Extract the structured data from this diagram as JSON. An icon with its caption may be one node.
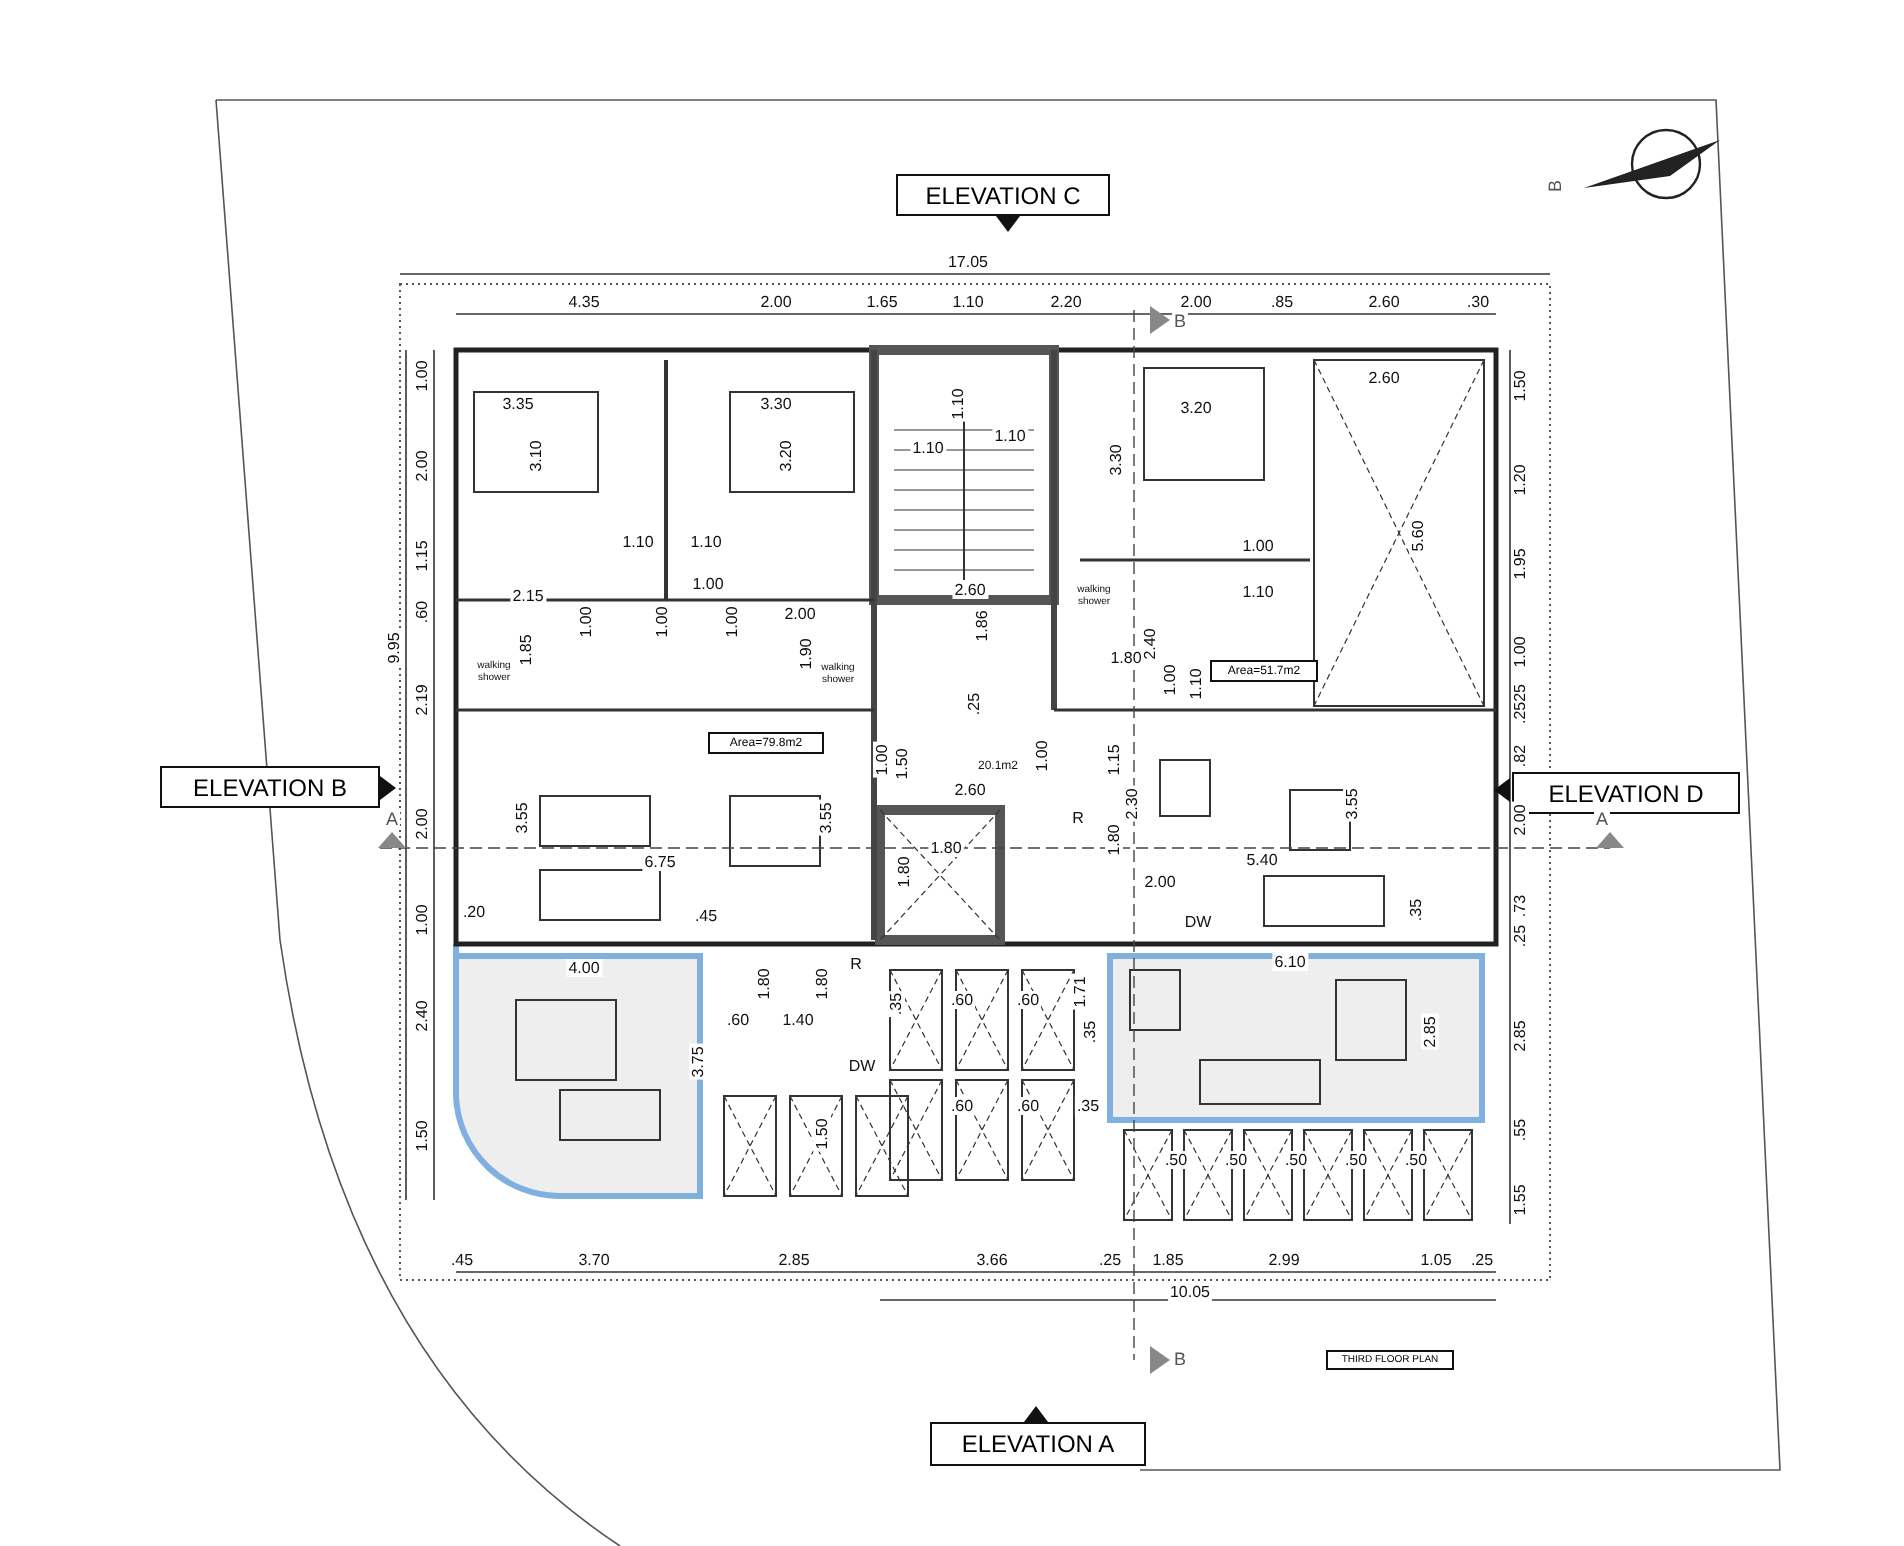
{
  "diagram": {
    "nodes": [
      {
        "text": [
          "ELEVATION C"
        ]
      },
      {
        "text": [
          "ELEVATION B"
        ]
      },
      {
        "text": [
          "ELEVATION D"
        ]
      },
      {
        "text": [
          "Area=79.8m2"
        ]
      },
      {
        "text": [
          "Area=51.7m2"
        ]
      },
      {
        "text": [
          "ELEVATION A"
        ]
      },
      {
        "text": [
          "THIRD FLOOR PLAN"
        ]
      }
    ],
    "labels": [
      "B",
      "17.05",
      "4.35",
      "2.00",
      "1.65",
      "1.10",
      "2.20",
      "B",
      "2.00",
      ".85",
      "2.60",
      ".30",
      "2.60",
      "1.00",
      "1.50",
      "3.35",
      "3.30",
      "3.20",
      "1.10",
      "1.10",
      "2.00",
      "3.10",
      "3.20",
      "1.10",
      "3.30",
      "1.20",
      "1.15",
      "1.10",
      "1.10",
      "1.00",
      "5.60",
      "1.95",
      "2.60",
      "1.10",
      "1.00",
      "2.15",
      "walking shower",
      ".60",
      "2.00",
      "1.00",
      "1.00",
      "1.00",
      "1.86",
      "9.95",
      "1.85",
      "1.90",
      "1.80",
      "2.40",
      "1.00",
      "walking shower",
      "walking shower",
      "1.00",
      "1.10",
      "2.19",
      ".2525",
      ".25",
      "1.00",
      "1.50",
      "20.1m2",
      "1.00",
      "1.15",
      ".82",
      "2.60",
      "2.30",
      "3.55",
      "3.55",
      "3.55",
      "2.00",
      "2.00",
      "A",
      "A",
      "1.80",
      "1.80",
      "6.75",
      "5.40",
      "1.80",
      "2.00",
      "1.00",
      ".20",
      ".45",
      ".35",
      ".73",
      ".25",
      "R",
      "6.10",
      "R",
      "4.00",
      "1.80",
      "1.80",
      "1.71",
      ".35",
      ".60",
      ".60",
      "2.40",
      ".60",
      "1.40",
      ".35",
      "2.85",
      "2.85",
      "3.75",
      "DW",
      ".60",
      ".60",
      ".35",
      "DW",
      "1.50",
      "1.50",
      ".55",
      ".50",
      ".50",
      ".50",
      ".50",
      ".50",
      "1.55",
      ".45",
      "3.70",
      "2.85",
      "3.66",
      ".25",
      "1.85",
      "2.99",
      "1.05",
      ".25",
      "10.05",
      "B"
    ]
  }
}
